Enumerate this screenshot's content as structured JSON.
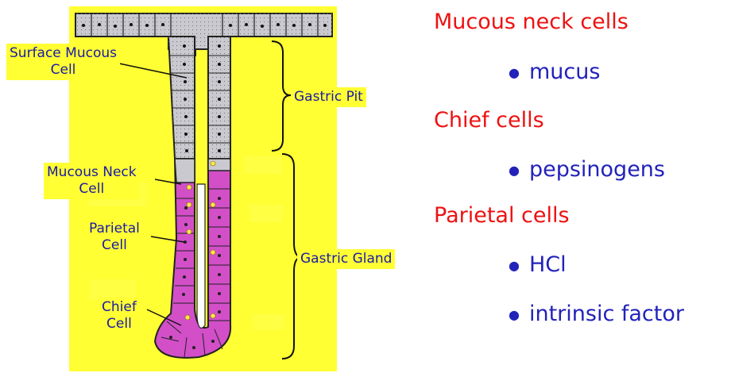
{
  "labels": {
    "surface_mucous": [
      "Surface Mucous",
      "Cell"
    ],
    "gastric_pit": "Gastric Pit",
    "mucous_neck": [
      "Mucous Neck",
      "Cell"
    ],
    "parietal": [
      "Parietal",
      "Cell"
    ],
    "chief": [
      "Chief",
      "Cell"
    ],
    "gastric_gland": "Gastric Gland"
  },
  "legend": [
    {
      "heading": "Mucous neck cells",
      "items": [
        "mucus"
      ]
    },
    {
      "heading": "Chief cells",
      "items": [
        "pepsinogens"
      ]
    },
    {
      "heading": "Parietal cells",
      "items": [
        "HCl",
        "intrinsic factor"
      ]
    }
  ],
  "colors": {
    "background": "#ffff33",
    "surface_cells": "#c9c9cf",
    "gland_cells": "#d24fc8",
    "label_text": "#1a1aa8",
    "heading_text": "#ee1111",
    "item_text": "#2222bb"
  }
}
